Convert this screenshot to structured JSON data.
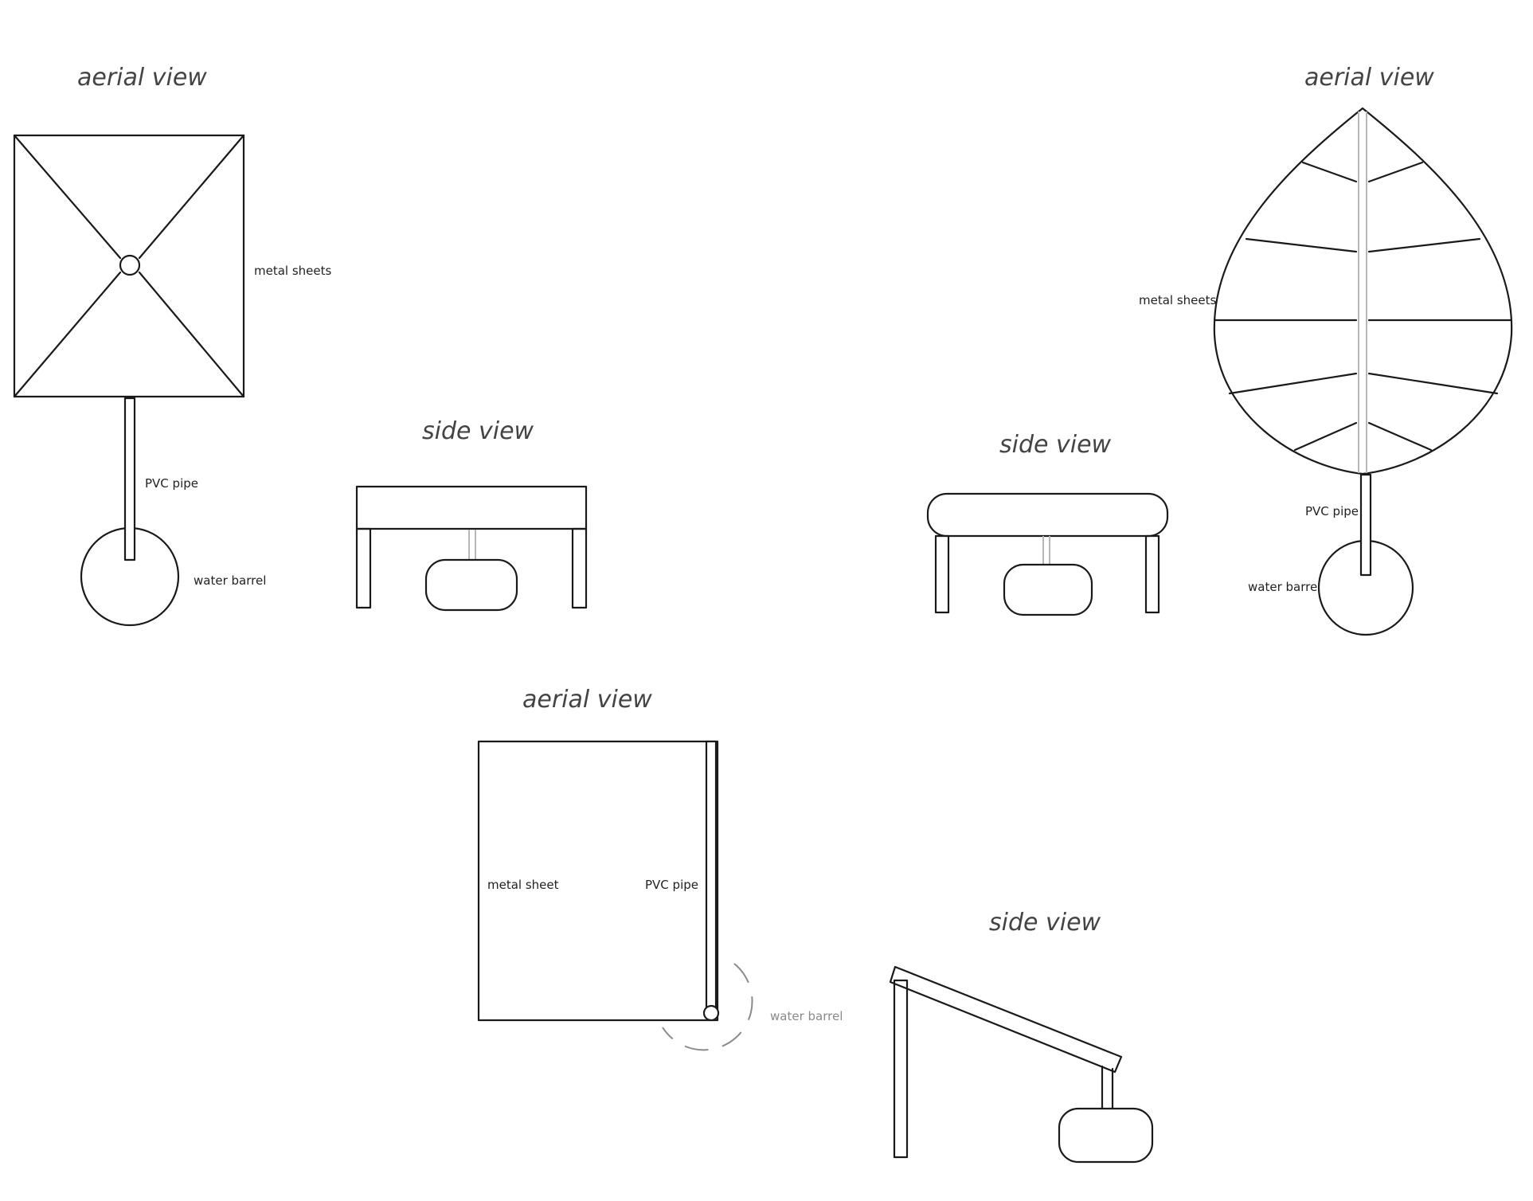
{
  "design_1": {
    "aerial_title": "aerial view",
    "side_title": "side view",
    "labels": {
      "metal_sheets": "metal sheets",
      "pvc_pipe": "PVC pipe",
      "water_barrel": "water barrel"
    }
  },
  "design_2": {
    "aerial_title": "aerial view",
    "side_title": "side view",
    "labels": {
      "metal_sheets": "metal sheets",
      "pvc_pipe": "PVC pipe",
      "water_barrel": "water barrel"
    }
  },
  "design_3": {
    "aerial_title": "aerial view",
    "side_title": "side view",
    "labels": {
      "metal_sheet": "metal sheet",
      "pvc_pipe": "PVC pipe",
      "water_barrel": "water barrel"
    }
  }
}
